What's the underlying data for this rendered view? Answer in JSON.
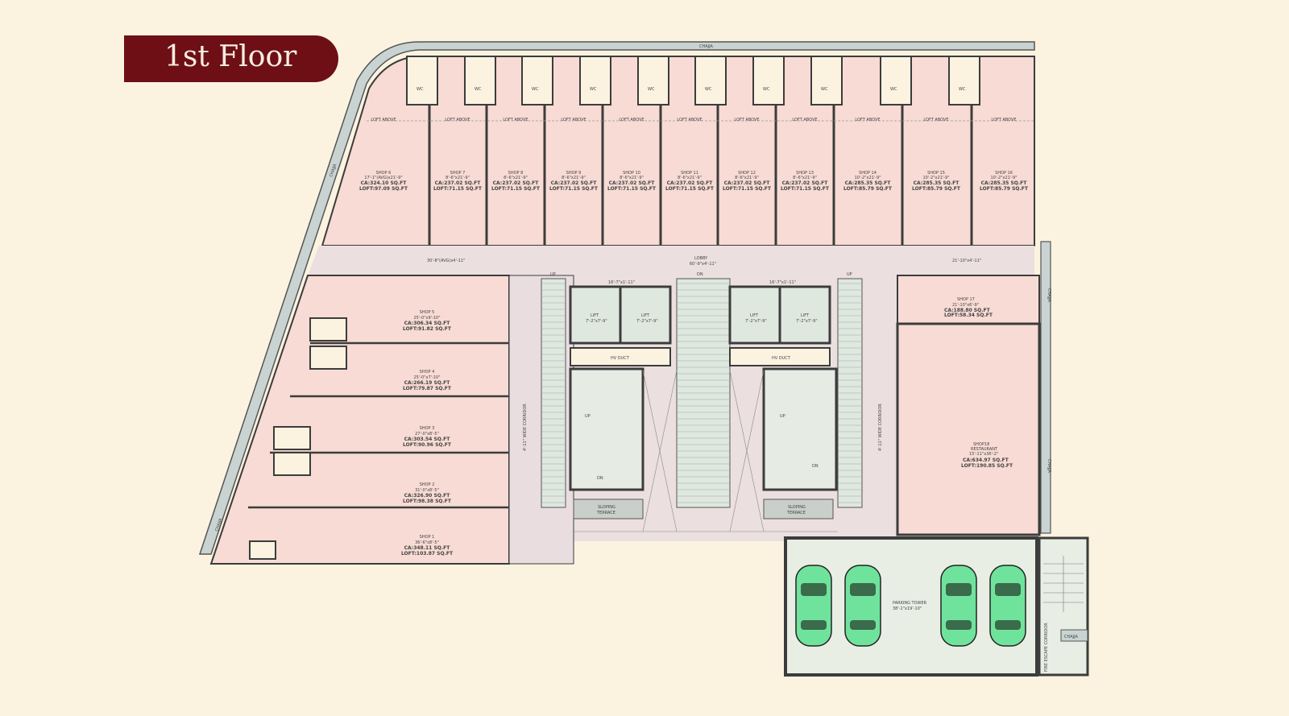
{
  "title": "1st Floor",
  "colors": {
    "background": "#fbf3e0",
    "badge": "#6e0f16",
    "shop_fill": "#f7dbd4",
    "wall": "#3c3c3c",
    "corridor": "#ebdfe0",
    "car": "#6fe39c"
  },
  "chajja": "CHAJJA",
  "lobby": {
    "label": "LOBBY",
    "dim": "60'-9\"x4'-11\""
  },
  "corridor_dims": {
    "left": "30'-8\"(AVG)x4'-11\"",
    "right": "21'-10\"x4'-11\""
  },
  "wide_corridor": "4'-11\" WIDE CORRIDOR",
  "top_shops": [
    {
      "name": "SHOP 6",
      "dim": "17'-1\"(AVG)x21'-9\"",
      "ca": "CA:324.10 SQ.FT",
      "loft": "LOFT:97.09 SQ.FT"
    },
    {
      "name": "SHOP 7",
      "dim": "8'-6\"x21'-9\"",
      "ca": "CA:237.02 SQ.FT",
      "loft": "LOFT:71.15 SQ.FT"
    },
    {
      "name": "SHOP 8",
      "dim": "8'-6\"x21'-9\"",
      "ca": "CA:237.02 SQ.FT",
      "loft": "LOFT:71.15 SQ.FT"
    },
    {
      "name": "SHOP 9",
      "dim": "8'-6\"x21'-9\"",
      "ca": "CA:237.02 SQ.FT",
      "loft": "LOFT:71.15 SQ.FT"
    },
    {
      "name": "SHOP 10",
      "dim": "8'-6\"x21'-9\"",
      "ca": "CA:237.02 SQ.FT",
      "loft": "LOFT:71.15 SQ.FT"
    },
    {
      "name": "SHOP 11",
      "dim": "8'-6\"x21'-9\"",
      "ca": "CA:237.02 SQ.FT",
      "loft": "LOFT:71.15 SQ.FT"
    },
    {
      "name": "SHOP 12",
      "dim": "8'-6\"x21'-9\"",
      "ca": "CA:237.02 SQ.FT",
      "loft": "LOFT:71.15 SQ.FT"
    },
    {
      "name": "SHOP 13",
      "dim": "8'-6\"x21'-9\"",
      "ca": "CA:237.02 SQ.FT",
      "loft": "LOFT:71.15 SQ.FT"
    },
    {
      "name": "SHOP 14",
      "dim": "10'-2\"x21'-9\"",
      "ca": "CA:285.35 SQ.FT",
      "loft": "LOFT:85.79 SQ.FT"
    },
    {
      "name": "SHOP 15",
      "dim": "10'-2\"x21'-9\"",
      "ca": "CA:285.35 SQ.FT",
      "loft": "LOFT:85.79 SQ.FT"
    },
    {
      "name": "SHOP 16",
      "dim": "10'-2\"x21'-9\"",
      "ca": "CA:285.35 SQ.FT",
      "loft": "LOFT:85.79 SQ.FT"
    }
  ],
  "left_shops": [
    {
      "name": "SHOP 5",
      "dim": "25'-0\"x9'-10\"",
      "ca": "CA:306.34 SQ.FT",
      "loft": "LOFT:91.82 SQ.FT"
    },
    {
      "name": "SHOP 4",
      "dim": "25'-0\"x7'-10\"",
      "ca": "CA:266.19 SQ.FT",
      "loft": "LOFT:79.87 SQ.FT"
    },
    {
      "name": "SHOP 3",
      "dim": "27'-0\"x8'-5\"",
      "ca": "CA:303.54 SQ.FT",
      "loft": "LOFT:90.96 SQ.FT"
    },
    {
      "name": "SHOP 2",
      "dim": "31'-0\"x8'-5\"",
      "ca": "CA:326.90 SQ.FT",
      "loft": "LOFT:98.38 SQ.FT"
    },
    {
      "name": "SHOP 1",
      "dim": "36'-6\"x8'-5\"",
      "ca": "CA:348.11 SQ.FT",
      "loft": "LOFT:103.87 SQ.FT"
    }
  ],
  "shop17": {
    "name": "SHOP 17",
    "dim": "21'-10\"x6'-9\"",
    "ca": "CA:188.80 SQ.FT",
    "loft": "LOFT:58.34 SQ.FT"
  },
  "shop18": {
    "name": "SHOP18",
    "type": "RESTAURANT",
    "dim": "15'-11\"x36'-2\"",
    "ca": "CA:634.97 SQ.FT",
    "loft": "LOFT:190.85 SQ.FT"
  },
  "lift": {
    "label": "LIFT",
    "dim": "7'-2\"x7'-9\""
  },
  "lift_lobby_dim": "16'-7\"x1'-11\"",
  "duct": "HV DUCT",
  "sloping_terrace": [
    "SLOPING",
    "TERRACE"
  ],
  "parking": {
    "label": "PARKING TOWER",
    "dim": "38'-1\"x19'-10\""
  },
  "fire_escape": "FIRE ESCAPE CORRIDOR",
  "stair_up": "UP",
  "stair_dn": "DN",
  "loft_above": "LOFT ABOVE",
  "wc": "WC"
}
